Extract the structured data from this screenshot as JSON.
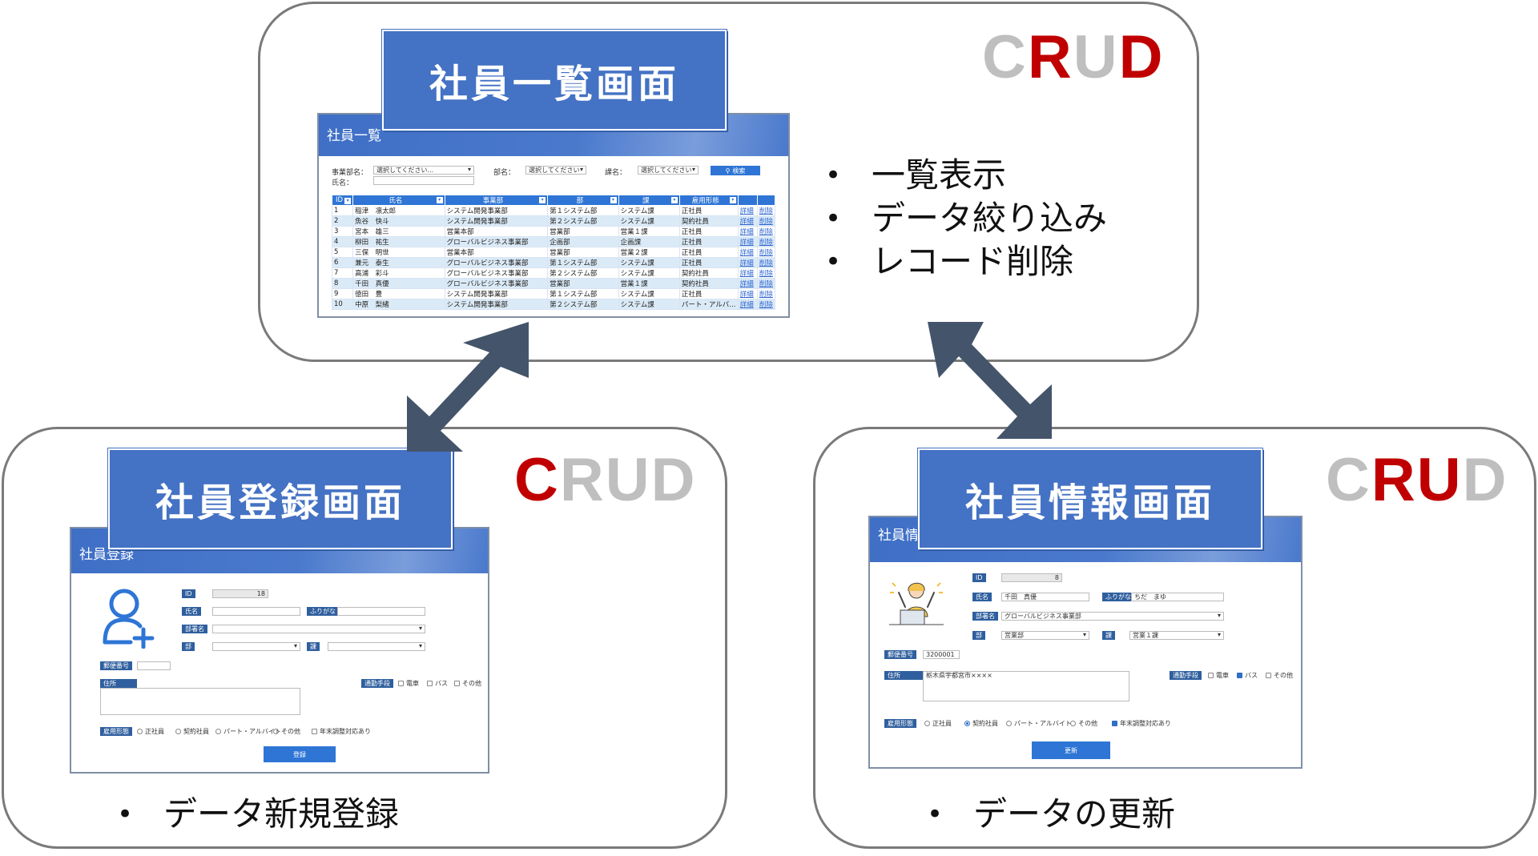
{
  "panels": {
    "list": {
      "title": "社員一覧画面",
      "crud": [
        "C",
        "R",
        "U",
        "D"
      ],
      "crud_active": [
        false,
        true,
        false,
        true
      ],
      "bullets": [
        "一覧表示",
        "データ絞り込み",
        "レコード削除"
      ],
      "shot": {
        "header": "社員一覧",
        "filters": {
          "division_label": "事業部名：",
          "division_placeholder": "選択してください...",
          "dept_label": "部名：",
          "dept_placeholder": "選択してください",
          "section_label": "課名：",
          "section_placeholder": "選択してください",
          "search_button": "検索",
          "name_label": "氏名："
        },
        "columns": [
          "ID",
          "氏名",
          "事業部",
          "部",
          "課",
          "雇用形態"
        ],
        "detail_link": "詳細",
        "delete_link": "削除",
        "rows": [
          [
            "1",
            "稲津　凛太郎",
            "システム開発事業部",
            "第１システム部",
            "システム課",
            "正社員"
          ],
          [
            "2",
            "魚谷　快斗",
            "システム開発事業部",
            "第２システム部",
            "システム課",
            "契約社員"
          ],
          [
            "3",
            "宮本　雄三",
            "営業本部",
            "営業部",
            "営業１課",
            "正社員"
          ],
          [
            "4",
            "柳田　祐生",
            "グローバルビジネス事業部",
            "企画部",
            "企画課",
            "正社員"
          ],
          [
            "5",
            "三保　明世",
            "営業本部",
            "営業部",
            "営業２課",
            "正社員"
          ],
          [
            "6",
            "兼元　泰生",
            "グローバルビジネス事業部",
            "第１システム部",
            "システム課",
            "正社員"
          ],
          [
            "7",
            "高浦　彩斗",
            "グローバルビジネス事業部",
            "第２システム部",
            "システム課",
            "契約社員"
          ],
          [
            "8",
            "千田　真優",
            "グローバルビジネス事業部",
            "営業部",
            "営業１課",
            "契約社員"
          ],
          [
            "9",
            "徳田　豊",
            "システム開発事業部",
            "第１システム部",
            "システム課",
            "正社員"
          ],
          [
            "10",
            "中原　梨緒",
            "システム開発事業部",
            "第２システム部",
            "システム課",
            "パート・アルバ..."
          ]
        ]
      }
    },
    "register": {
      "title": "社員登録画面",
      "crud": [
        "C",
        "R",
        "U",
        "D"
      ],
      "crud_active": [
        true,
        false,
        false,
        false
      ],
      "bullets": [
        "データ新規登録"
      ],
      "shot": {
        "header": "社員登録",
        "id_label": "ID",
        "id_value": "18",
        "name_label": "氏名",
        "kana_label": "ふりがな",
        "dept_label": "部署名",
        "bu_label": "部",
        "ka_label": "課",
        "postal_label": "郵便番号",
        "address_label": "住所",
        "commute_label": "通勤手段",
        "commute_options": [
          "電車",
          "バス",
          "その他"
        ],
        "employment_label": "雇用形態",
        "employment_options": [
          "正社員",
          "契約社員",
          "パート・アルバイト",
          "その他"
        ],
        "year_end": "年末調整対応あり",
        "submit": "登録"
      }
    },
    "info": {
      "title": "社員情報画面",
      "crud": [
        "C",
        "R",
        "U",
        "D"
      ],
      "crud_active": [
        false,
        true,
        true,
        false
      ],
      "bullets": [
        "データの更新"
      ],
      "shot": {
        "header": "社員情報",
        "id_label": "ID",
        "id_value": "8",
        "name_label": "氏名",
        "name_value": "千田　真優",
        "kana_label": "ふりがな",
        "kana_value": "ちだ　まゆ",
        "dept_label": "部署名",
        "dept_value": "グローバルビジネス事業部",
        "bu_label": "部",
        "bu_value": "営業部",
        "ka_label": "課",
        "ka_value": "営業１課",
        "postal_label": "郵便番号",
        "postal_value": "3200001",
        "address_label": "住所",
        "address_value": "栃木県宇都宮市××××",
        "commute_label": "通勤手段",
        "commute_options": [
          "電車",
          "バス",
          "その他"
        ],
        "employment_label": "雇用形態",
        "employment_options": [
          "正社員",
          "契約社員",
          "パート・アルバイト",
          "その他"
        ],
        "year_end": "年末調整対応あり",
        "submit": "更新"
      }
    }
  },
  "colors": {
    "title_bg": "#4472c4",
    "crud_active": "#c00000",
    "crud_inactive": "#bfbfbf",
    "arrow": "#44546a"
  }
}
